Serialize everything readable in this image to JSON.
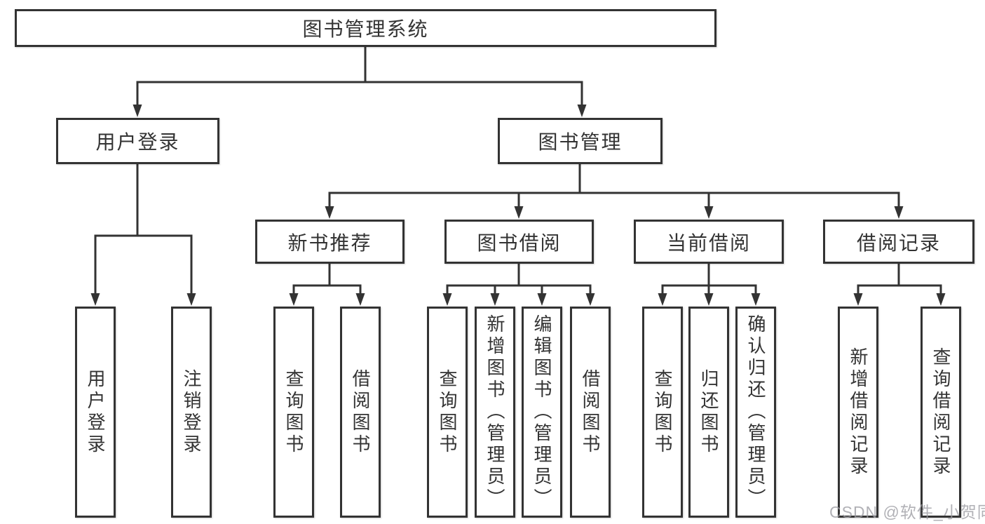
{
  "tree": {
    "root": {
      "label": "图书管理系统"
    },
    "children": [
      {
        "label": "用户登录",
        "children": [
          {
            "label": "用户登录"
          },
          {
            "label": "注销登录"
          }
        ]
      },
      {
        "label": "图书管理",
        "children": [
          {
            "label": "新书推荐",
            "children": [
              {
                "label": "查询图书"
              },
              {
                "label": "借阅图书"
              }
            ]
          },
          {
            "label": "图书借阅",
            "children": [
              {
                "label": "查询图书"
              },
              {
                "label": "新增图书（管理员）"
              },
              {
                "label": "编辑图书（管理员）"
              },
              {
                "label": "借阅图书"
              }
            ]
          },
          {
            "label": "当前借阅",
            "children": [
              {
                "label": "查询图书"
              },
              {
                "label": "归还图书"
              },
              {
                "label": "确认归还（管理员）"
              }
            ]
          },
          {
            "label": "借阅记录",
            "children": [
              {
                "label": "新增借阅记录"
              },
              {
                "label": "查询借阅记录"
              }
            ]
          }
        ]
      }
    ]
  },
  "watermark": {
    "text": "CSDN @软件_小贺同学"
  },
  "colors": {
    "background": "#ffffff",
    "line": "#333333",
    "box_border": "#333333",
    "text": "#333333",
    "watermark": "#9c9ca2"
  }
}
